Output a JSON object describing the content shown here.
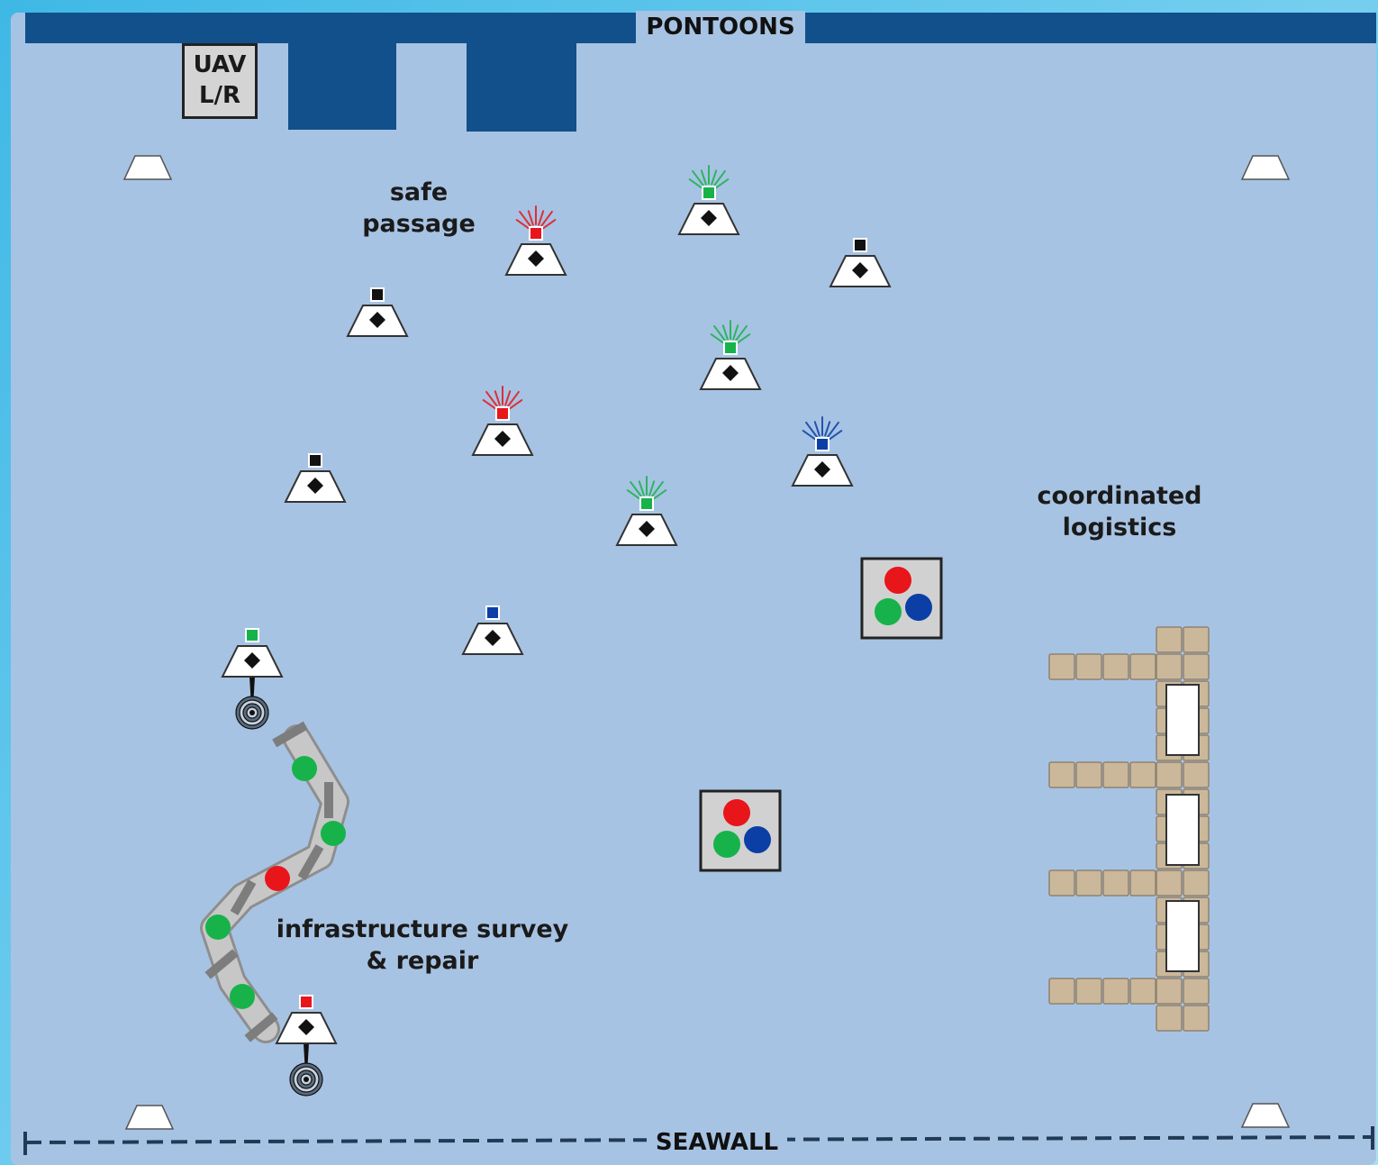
{
  "labels": {
    "pontoons": "PONTOONS",
    "seawall": "SEAWALL",
    "uav_line1": "UAV",
    "uav_line2": "L/R",
    "safe_passage_1": "safe",
    "safe_passage_2": "passage",
    "coordinated_1": "coordinated",
    "coordinated_2": "logistics",
    "infra_1": "infrastructure survey",
    "infra_2": "& repair"
  },
  "colors": {
    "water": "#a7c3e3",
    "pontoon": "#12508c",
    "red": "#e8151b",
    "green": "#17b34a",
    "blue": "#0b3fa6",
    "black": "#111111",
    "dock": "#cbb89b",
    "seawall_line": "#213a56"
  },
  "icons": {
    "buoy": "buoy-icon",
    "marker": "corner-marker-icon",
    "sonar": "sonar-icon",
    "cargo": "cargo-box-icon",
    "pipeline": "pipeline-icon",
    "dock": "dock-icon"
  }
}
